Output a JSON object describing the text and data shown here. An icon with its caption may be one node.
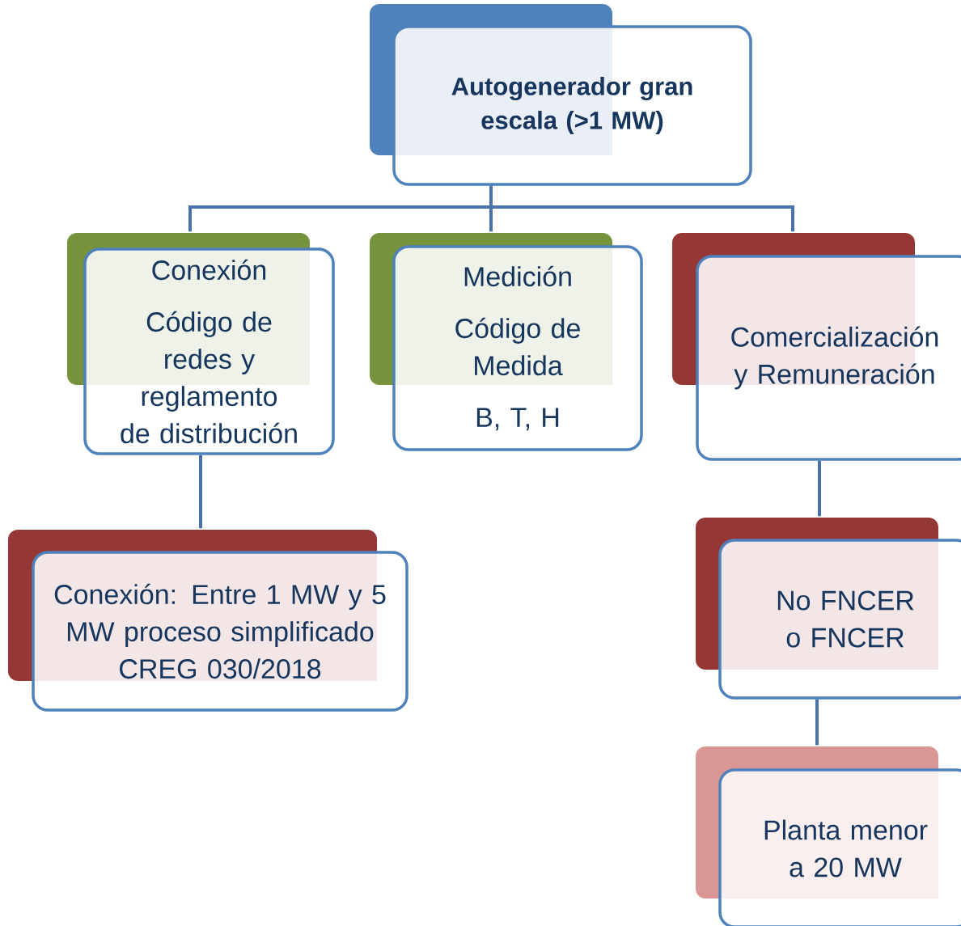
{
  "diagram": {
    "nodes": [
      {
        "text": [
          "Autogenerador gran escala (>1 MW)"
        ]
      },
      {
        "text": [
          "Conexión",
          "Código de redes y reglamento de distribución"
        ]
      },
      {
        "text": [
          "Medición",
          "Código de Medida",
          "B, T, H"
        ]
      },
      {
        "text": [
          "Comercialización y Remuneración"
        ]
      },
      {
        "text": [
          "Conexión: Entre 1 MW y 5 MW proceso simplificado CREG 030/2018"
        ]
      },
      {
        "text": [
          "No FNCER o FNCER"
        ]
      },
      {
        "text": [
          "Planta menor a 20 MW"
        ]
      }
    ],
    "edges": [
      {
        "from": 0,
        "to": 1,
        "arrow": "none"
      },
      {
        "from": 0,
        "to": 2,
        "arrow": "none"
      },
      {
        "from": 0,
        "to": 3,
        "arrow": "none"
      },
      {
        "from": 1,
        "to": 4,
        "arrow": "none"
      },
      {
        "from": 3,
        "to": 5,
        "arrow": "none"
      },
      {
        "from": 5,
        "to": 6,
        "arrow": "none"
      }
    ]
  }
}
